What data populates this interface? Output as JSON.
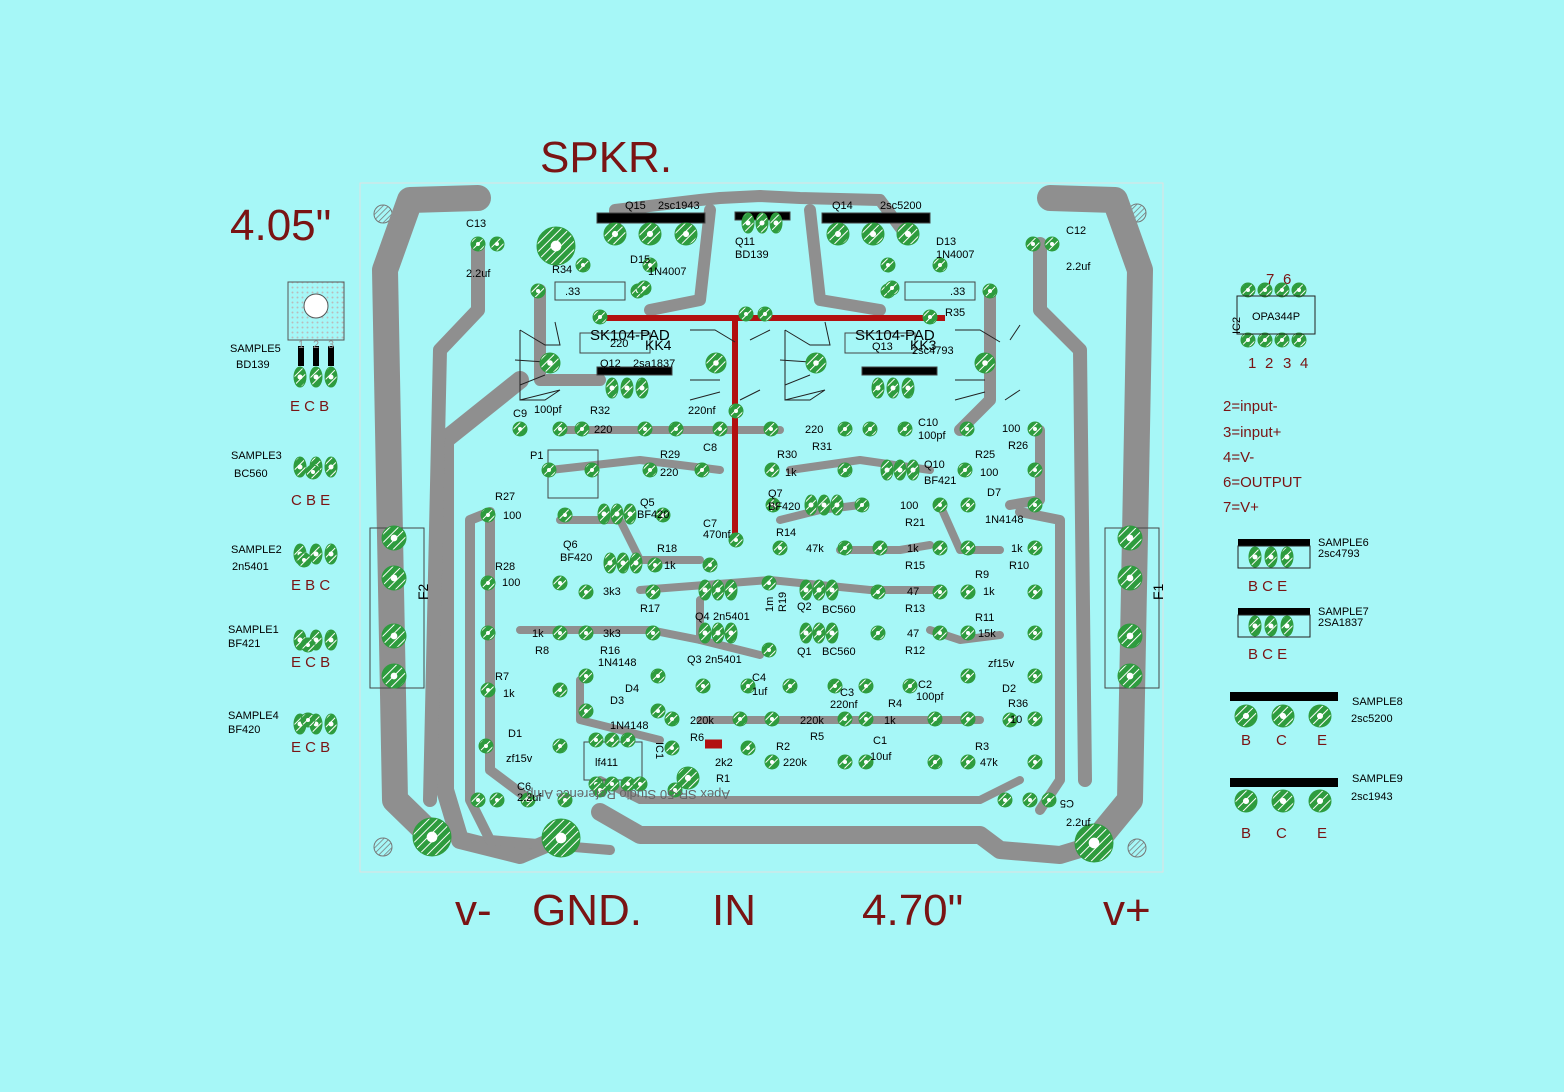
{
  "dimensions": {
    "height": "4.05\"",
    "width": "4.70\""
  },
  "connectors": {
    "speaker": "SPKR.",
    "v_minus": "v-",
    "ground": "GND.",
    "input": "IN",
    "v_plus": "v+"
  },
  "board_title": "Apex SR-50  Studio Reference Amp.",
  "colors": {
    "background": "#a6f7f7",
    "trace": "#8f8f8f",
    "pad": "#2e9c3e",
    "label": "#7a1414",
    "jumper": "#b21010"
  },
  "parts": {
    "Q15": {
      "ref": "Q15",
      "val": "2sc1943"
    },
    "Q14": {
      "ref": "Q14",
      "val": "2sc5200"
    },
    "Q11": {
      "ref": "Q11",
      "val": "BD139"
    },
    "Q12": {
      "ref": "Q12",
      "val": "2sa1837"
    },
    "Q13": {
      "ref": "Q13",
      "val": "2sc4793"
    },
    "Q10": {
      "ref": "Q10",
      "val": "BF421"
    },
    "Q7": {
      "ref": "Q7",
      "val": "BF420"
    },
    "Q5": {
      "ref": "Q5",
      "val": "BF420"
    },
    "Q6": {
      "ref": "Q6",
      "val": "BF420"
    },
    "Q4": {
      "ref": "Q4",
      "val": "2n5401"
    },
    "Q3": {
      "ref": "Q3",
      "val": "2n5401"
    },
    "Q2": {
      "ref": "Q2",
      "val": "BC560"
    },
    "Q1": {
      "ref": "Q1",
      "val": "BC560"
    },
    "D15": {
      "ref": "D15",
      "val": "1N4007"
    },
    "D13": {
      "ref": "D13",
      "val": "1N4007"
    },
    "D7": {
      "ref": "D7",
      "val": "1N4148"
    },
    "D4": {
      "ref": "D4",
      "val": "1N4148"
    },
    "D3": {
      "ref": "D3",
      "val": "1N4148"
    },
    "D2": {
      "ref": "D2",
      "val": "zf15v"
    },
    "D1": {
      "ref": "D1",
      "val": "zf15v"
    },
    "C13": {
      "ref": "C13",
      "val": "2.2uf"
    },
    "C12": {
      "ref": "C12",
      "val": "2.2uf"
    },
    "C6": {
      "ref": "C6",
      "val": "2.2uf"
    },
    "C5": {
      "ref": "C5",
      "val": "2.2uf"
    },
    "C9": {
      "ref": "C9",
      "val": "100pf"
    },
    "C10": {
      "ref": "C10",
      "val": "100pf"
    },
    "C8": {
      "ref": "C8",
      "val": "220nf"
    },
    "C7": {
      "ref": "C7",
      "val": "470nf"
    },
    "C4": {
      "ref": "C4",
      "val": "1uf"
    },
    "C3": {
      "ref": "C3",
      "val": "220nf"
    },
    "C2": {
      "ref": "C2",
      "val": "100pf"
    },
    "C1": {
      "ref": "C1",
      "val": "10uf"
    },
    "R34": {
      "ref": "R34",
      "val": ".33"
    },
    "R35": {
      "ref": "R35",
      "val": ".33"
    },
    "R33": {
      "val": "220"
    },
    "R32": {
      "ref": "R32",
      "val": "220"
    },
    "R31": {
      "ref": "R31",
      "val": "220"
    },
    "R30": {
      "ref": "R30",
      "val": "1k"
    },
    "R29": {
      "ref": "R29",
      "val": "220"
    },
    "R27": {
      "ref": "R27",
      "val": "100"
    },
    "R28": {
      "ref": "R28",
      "val": "100"
    },
    "R26": {
      "ref": "R26",
      "val": "100"
    },
    "R25": {
      "ref": "R25",
      "val": "100"
    },
    "R21": {
      "ref": "R21",
      "val": "100"
    },
    "R22": {
      "val": "1k"
    },
    "R14": {
      "ref": "R14",
      "val": "47k"
    },
    "R18": {
      "ref": "R18",
      "val": "1k"
    },
    "R17": {
      "ref": "R17",
      "val": "3k3"
    },
    "R16": {
      "ref": "R16",
      "val": "3k3"
    },
    "R19": {
      "ref": "R19",
      "val": "1m"
    },
    "R15": {
      "ref": "R15",
      "val": "47"
    },
    "R13": {
      "ref": "R13",
      "val": "47"
    },
    "R12": {
      "ref": "R12",
      "val": "47"
    },
    "R10": {
      "ref": "R10",
      "val": "1k"
    },
    "R9": {
      "ref": "R9",
      "val": "1k"
    },
    "R11": {
      "ref": "R11",
      "val": "15k"
    },
    "R8": {
      "ref": "R8",
      "val": "1k"
    },
    "R7": {
      "ref": "R7",
      "val": "1k"
    },
    "R36": {
      "ref": "R36",
      "val": "10"
    },
    "R6": {
      "ref": "R6",
      "val": "220k"
    },
    "R5": {
      "ref": "R5",
      "val": "220k"
    },
    "R4": {
      "ref": "R4",
      "val": "1k"
    },
    "R3": {
      "ref": "R3",
      "val": "47k"
    },
    "R2": {
      "ref": "R2",
      "val": "220k"
    },
    "R1": {
      "ref": "R1",
      "val": "2k2"
    },
    "P1": {
      "ref": "P1"
    },
    "IC1": {
      "ref": "IC1",
      "val": "lf411"
    },
    "F1": {
      "ref": "F1"
    },
    "F2": {
      "ref": "F2"
    },
    "KK4": {
      "ref": "SK104-PAD",
      "tag": "KK4"
    },
    "KK3": {
      "ref": "SK104-PAD",
      "tag": "KK3"
    }
  },
  "samples": {
    "s5": {
      "ref": "SAMPLE5",
      "val": "BD139",
      "pins": "E C B",
      "nums": [
        "1",
        "2",
        "3"
      ]
    },
    "s3": {
      "ref": "SAMPLE3",
      "val": "BC560",
      "pins": "C B E"
    },
    "s2": {
      "ref": "SAMPLE2",
      "val": "2n5401",
      "pins": "E B C"
    },
    "s1": {
      "ref": "SAMPLE1",
      "val": "BF421",
      "pins": "E C B"
    },
    "s4": {
      "ref": "SAMPLE4",
      "val": "BF420",
      "pins": "E C B"
    },
    "s6": {
      "ref": "SAMPLE6",
      "val": "2sc4793",
      "pins": "B C E"
    },
    "s7": {
      "ref": "SAMPLE7",
      "val": "2SA1837",
      "pins": "B C E"
    },
    "s8": {
      "ref": "SAMPLE8",
      "val": "2sc5200",
      "pins": [
        "B",
        "C",
        "E"
      ]
    },
    "s9": {
      "ref": "SAMPLE9",
      "val": "2sc1943",
      "pins": [
        "B",
        "C",
        "E"
      ]
    }
  },
  "ic2": {
    "ref": "IC2",
    "val": "OPA344P",
    "top_pins": [
      "7",
      "6"
    ],
    "bottom_pins": [
      "1",
      "2",
      "3",
      "4"
    ],
    "pinout": [
      "2=input-",
      "3=input+",
      "4=V-",
      "6=OUTPUT",
      "7=V+"
    ]
  }
}
